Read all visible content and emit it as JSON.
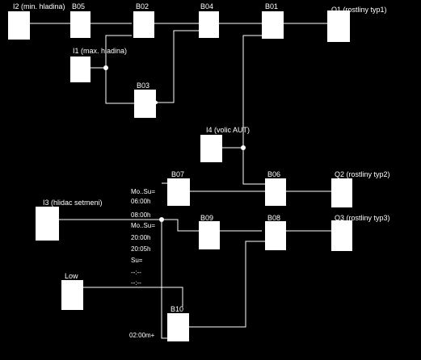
{
  "blocks": {
    "i2": "I2 (min. hladina)",
    "b05": "B05",
    "b02": "B02",
    "b04": "B04",
    "b01": "B01",
    "q1": "Q1 (rostliny typ1)",
    "i1": "I1 (max. hladina)",
    "b03": "B03",
    "i4": "I4 (volic AUT)",
    "b07": "B07",
    "b06": "B06",
    "q2": "Q2 (rostliny typ2)",
    "i3": "I3 (hlidac setmeni)",
    "b09": "B09",
    "b08": "B08",
    "q3": "Q3 (rostliny typ3)",
    "low": "Low",
    "b10": "B10"
  },
  "timer_b07": [
    "Mo..Su=",
    "06:00h",
    "08:00h",
    "Mo..Su="
  ],
  "timer_b09": [
    "20:00h",
    "20:05h",
    "Su=",
    "--:--",
    "--:--"
  ],
  "timer_b10": "02:00m+"
}
